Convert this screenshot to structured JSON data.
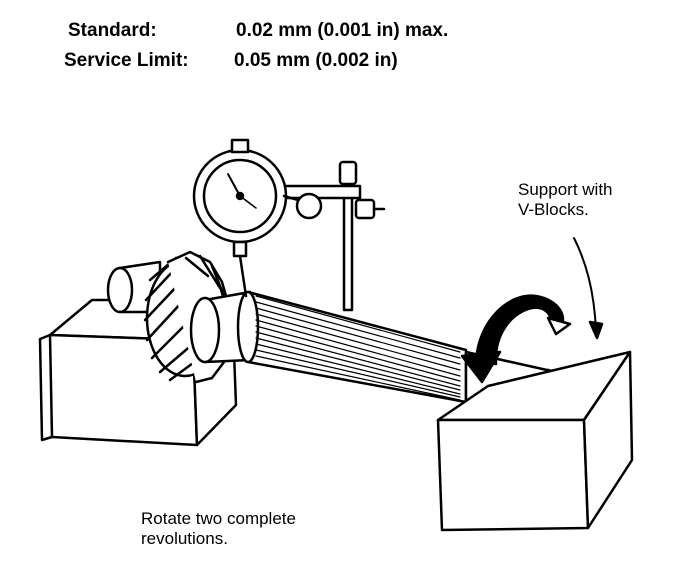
{
  "specs": {
    "standard_label": "Standard:",
    "standard_value": "0.02 mm (0.001 in) max.",
    "limit_label": "Service Limit:",
    "limit_value": "0.05 mm (0.002 in)"
  },
  "callouts": {
    "support_line1": "Support with",
    "support_line2": "V-Blocks.",
    "rotate_line1": "Rotate two complete",
    "rotate_line2": "revolutions."
  }
}
